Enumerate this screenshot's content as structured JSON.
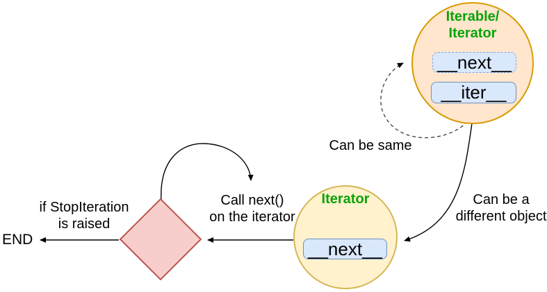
{
  "diagram": {
    "iterable_circle": {
      "title": "Iterable/\nIterator",
      "methods": [
        {
          "label": "__next__"
        },
        {
          "label": "__iter__"
        }
      ]
    },
    "iterator_circle": {
      "title": "Iterator",
      "methods": [
        {
          "label": "__next__"
        }
      ]
    },
    "labels": {
      "can_be_same": "Can be same",
      "can_be_different": "Can be a\ndifferent object",
      "call_next": "Call next()\non the iterator",
      "stop_iteration": "if StopIteration\nis raised",
      "end": "END"
    },
    "icons": {
      "arrows": [
        "solid-arrow",
        "dashed-arrow"
      ]
    },
    "colors": {
      "green_label": "#0aa30a",
      "orange_fill": "#FFE6CC",
      "orange_stroke": "#D79B00",
      "yellow_fill": "#FFF2CC",
      "yellow_stroke": "#D6B656",
      "blue_fill": "#DAE8FC",
      "blue_stroke": "#6C8EBF",
      "blue_dashed_stroke": "#7EA6E0",
      "red_fill": "#F8CECC",
      "red_stroke": "#B85450",
      "line": "#000000"
    }
  }
}
